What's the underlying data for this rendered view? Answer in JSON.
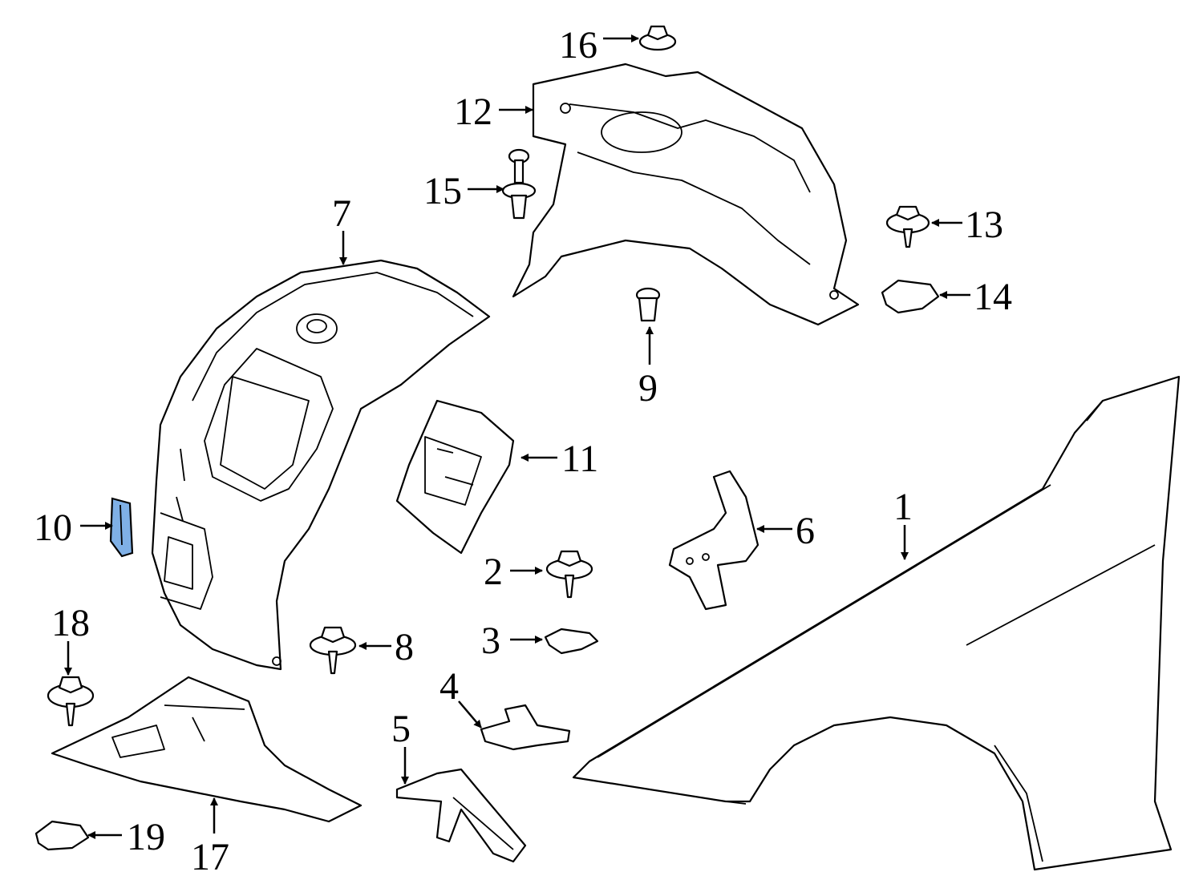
{
  "callouts": [
    {
      "id": "1",
      "label": "1"
    },
    {
      "id": "2",
      "label": "2"
    },
    {
      "id": "3",
      "label": "3"
    },
    {
      "id": "4",
      "label": "4"
    },
    {
      "id": "5",
      "label": "5"
    },
    {
      "id": "6",
      "label": "6"
    },
    {
      "id": "7",
      "label": "7"
    },
    {
      "id": "8",
      "label": "8"
    },
    {
      "id": "9",
      "label": "9"
    },
    {
      "id": "10",
      "label": "10"
    },
    {
      "id": "11",
      "label": "11"
    },
    {
      "id": "12",
      "label": "12"
    },
    {
      "id": "13",
      "label": "13"
    },
    {
      "id": "14",
      "label": "14"
    },
    {
      "id": "15",
      "label": "15"
    },
    {
      "id": "16",
      "label": "16"
    },
    {
      "id": "17",
      "label": "17"
    },
    {
      "id": "18",
      "label": "18"
    },
    {
      "id": "19",
      "label": "19"
    }
  ],
  "highlight": {
    "part": "10",
    "color": "#7fb0e6"
  }
}
